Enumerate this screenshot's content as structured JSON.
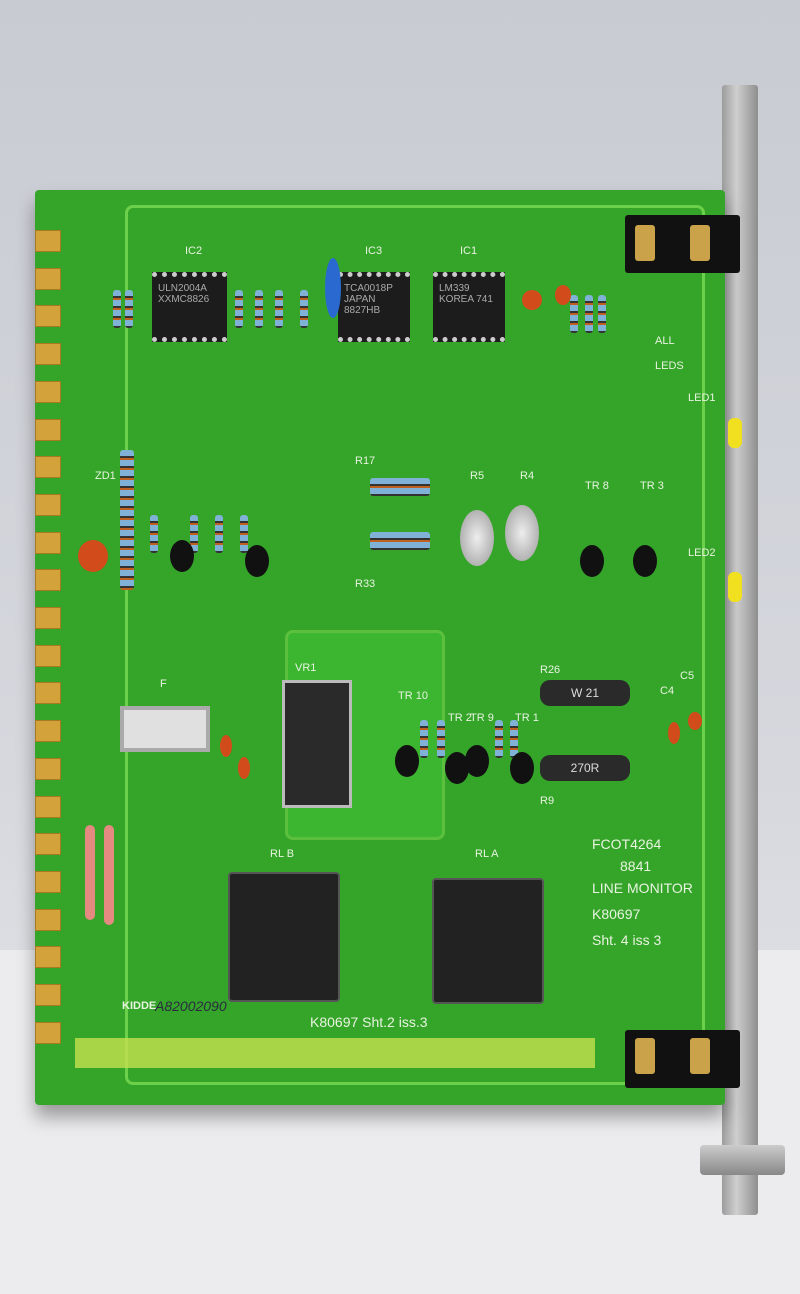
{
  "board": {
    "ic_labels": [
      "IC2",
      "IC3",
      "IC1"
    ],
    "ic_markings": [
      [
        "ULN2004A",
        "XXMC8826"
      ],
      [
        "TCA0018P",
        "JAPAN 8827HB"
      ],
      [
        "LM339",
        "KOREA 741"
      ]
    ],
    "led_labels": [
      "ALL",
      "LEDS",
      "LED1",
      "LED2"
    ],
    "component_labels": {
      "r17": "R17",
      "r33": "R33",
      "r26": "R26",
      "r9": "R9",
      "vr1": "VR1",
      "fuse": "F",
      "zd1": "ZD1",
      "rl_b": "RL B",
      "rl_a": "RL A",
      "r21_marking": "W 21",
      "r270_marking": "270R",
      "tr10": "TR 10",
      "tr2": "TR 2",
      "tr9": "TR 9",
      "tr1": "TR 1",
      "tr3": "TR 3",
      "tr8": "TR 8",
      "c4": "C4",
      "c5": "C5",
      "r4": "R4",
      "r5": "R5"
    },
    "title_block": [
      "FCOT4264",
      "8841",
      "LINE MONITOR",
      "K80697",
      "Sht. 4 iss 3"
    ],
    "bottom_text": "K80697 Sht.2 iss.3",
    "maker": "KIDDE",
    "handwritten": "A82002090",
    "colors": {
      "pcb": "#35a52a",
      "gold": "#d4a23a",
      "panel": "#b0b0b0"
    }
  }
}
